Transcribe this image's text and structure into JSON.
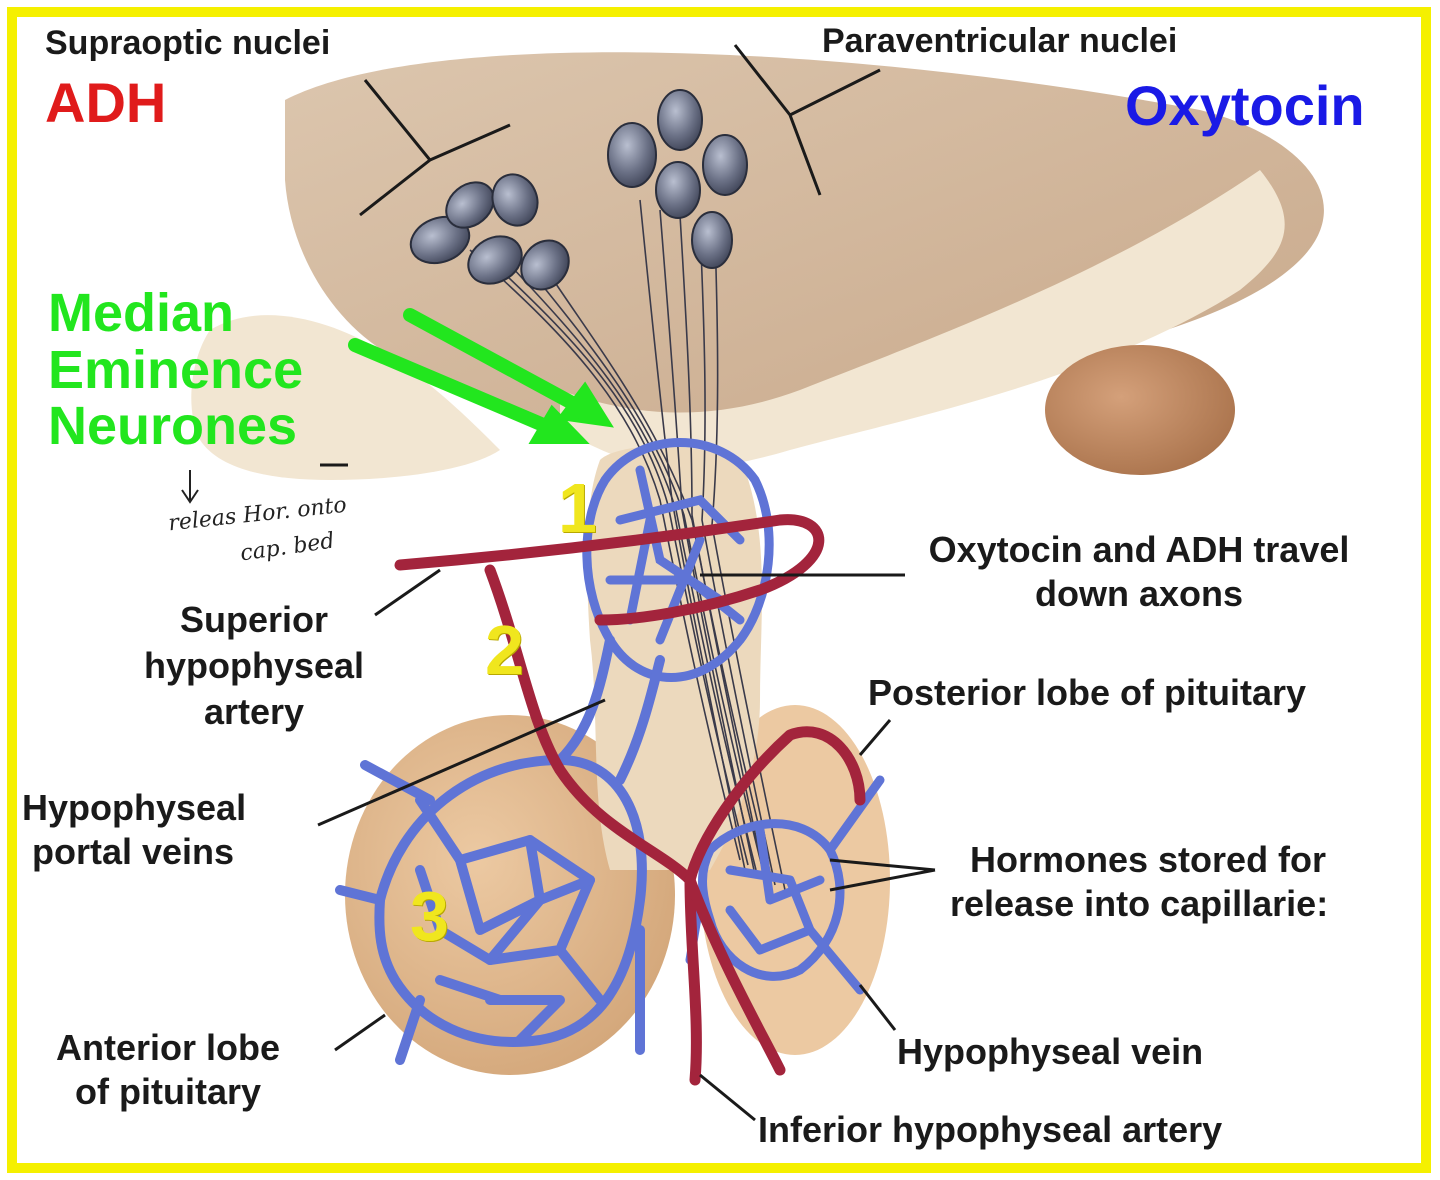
{
  "labels": {
    "supraoptic": "Supraoptic nuclei",
    "adh": "ADH",
    "paraventricular": "Paraventricular nuclei",
    "oxytocin": "Oxytocin",
    "median_1": "Median",
    "median_2": "Eminence",
    "median_3": "Neurones",
    "hand_1": "releas Hor. onto",
    "hand_2": "cap. bed",
    "travel_1": "Oxytocin and ADH travel",
    "travel_2": "down axons",
    "superior_1": "Superior",
    "superior_2": "hypophyseal",
    "superior_3": "artery",
    "posterior": "Posterior lobe of pituitary",
    "portal_1": "Hypophyseal",
    "portal_2": "portal veins",
    "stored_1": "Hormones stored for",
    "stored_2": "release into capillarie:",
    "anterior_1": "Anterior lobe",
    "anterior_2": "of pituitary",
    "vein": "Hypophyseal vein",
    "inferior": "Inferior hypophyseal artery",
    "num_1": "1",
    "num_2": "2",
    "num_3": "3"
  },
  "colors": {
    "adh": "#e01b1b",
    "oxytocin": "#1a1ae6",
    "median": "#22e61e",
    "numbers": "#f0e61e",
    "frame": "#f5f000",
    "artery": "#a3243c",
    "vein": "#5f74d6"
  }
}
